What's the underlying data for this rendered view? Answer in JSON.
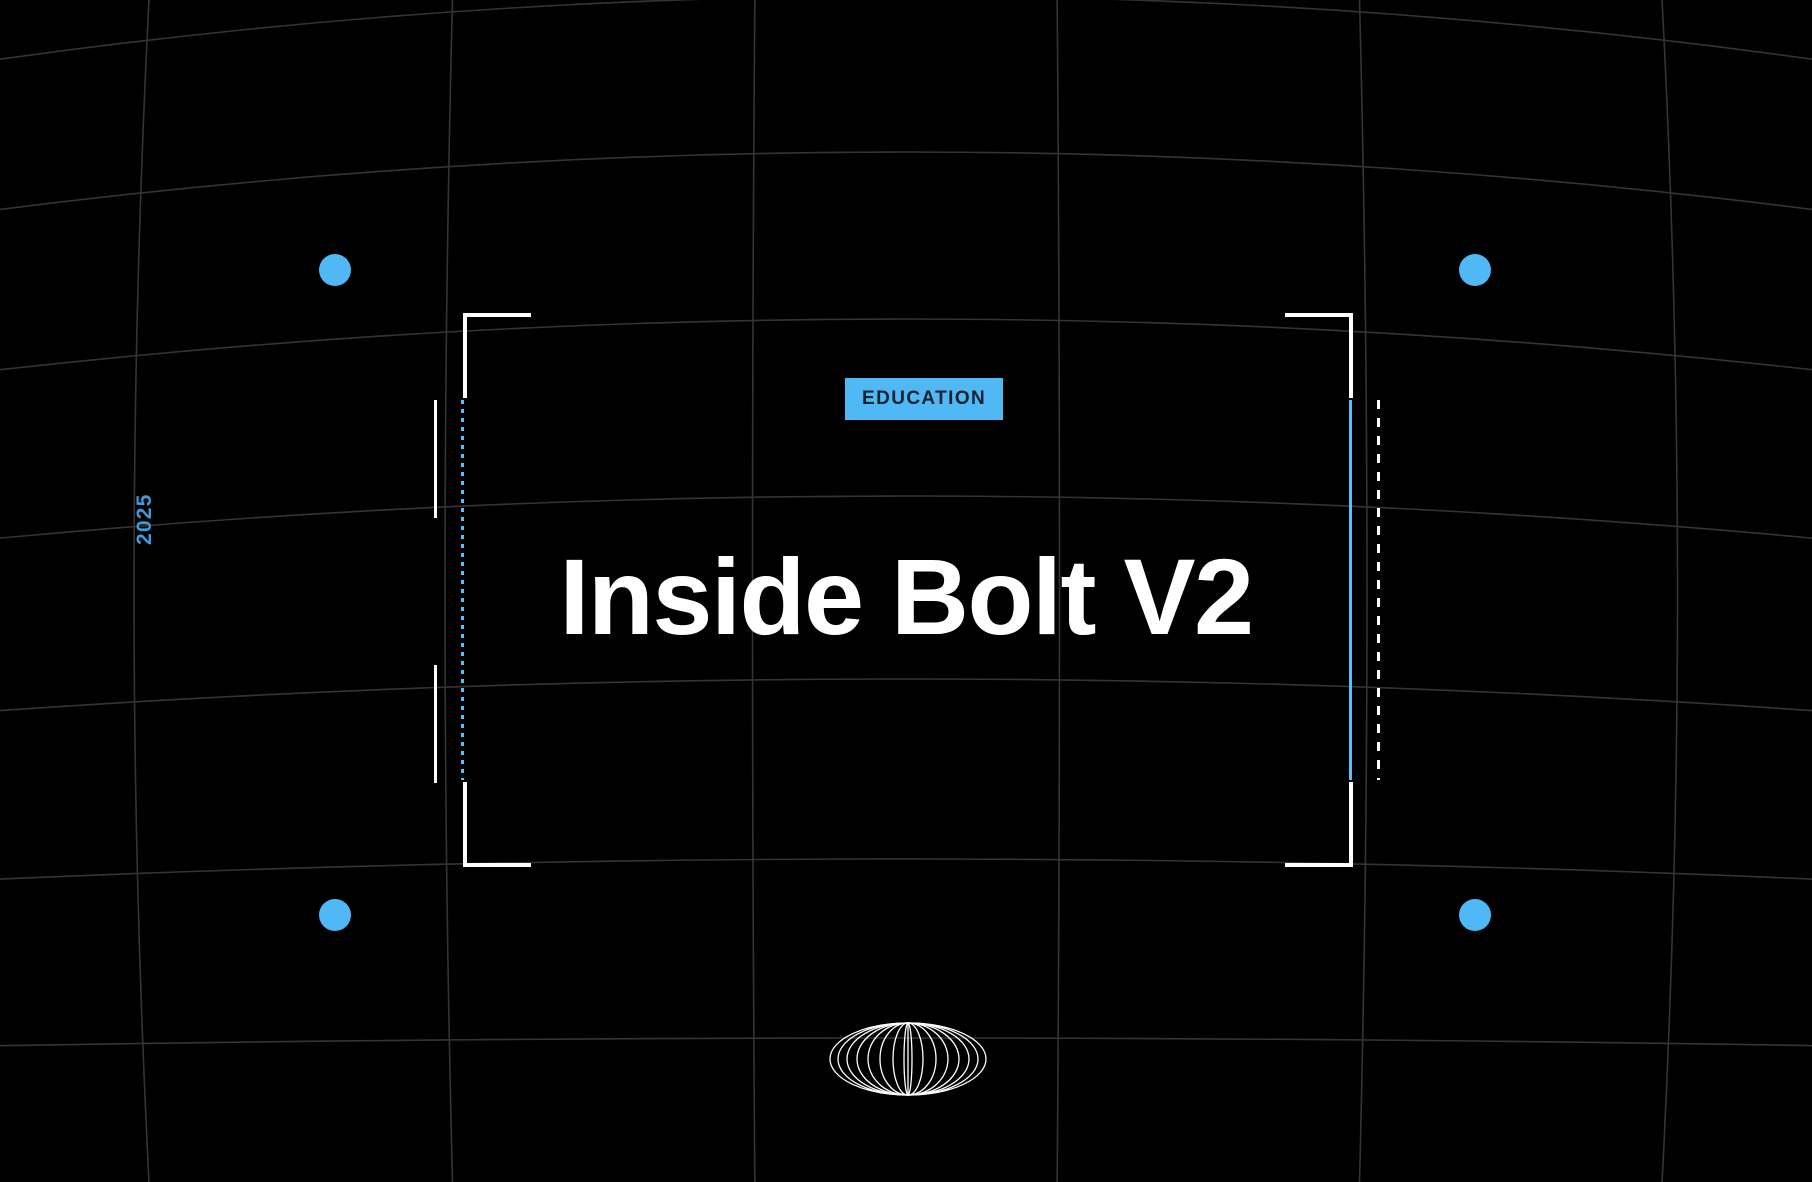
{
  "page": {
    "background_color": "#000000",
    "accent_color": "#4FB8F5",
    "title": "Inside Bolt V2",
    "badge_label": "EDUCATION",
    "badge_text_color": "#16222E",
    "year": "2025",
    "year_color": "#3E9BDC",
    "title_color": "#FFFFFF"
  },
  "decor": {
    "grid_line_color": "#343434",
    "bracket_color": "#FFFFFF",
    "dot_color": "#4FB8F5",
    "dot_count": 4,
    "globe_icon_name": "wireframe-globe-icon",
    "globe_stroke_color": "#FFFFFF",
    "globe_meridian_count": 11,
    "rules": [
      {
        "name": "white-solid-left-upper",
        "style": "solid",
        "color": "#FFFFFF"
      },
      {
        "name": "white-solid-left-lower",
        "style": "solid",
        "color": "#FFFFFF"
      },
      {
        "name": "blue-dotted-left",
        "style": "dotted",
        "color": "#5BC0F8"
      },
      {
        "name": "blue-solid-right",
        "style": "solid",
        "color": "#5BC0F8"
      },
      {
        "name": "white-dashed-right",
        "style": "dashed",
        "color": "#FFFFFF"
      }
    ]
  }
}
